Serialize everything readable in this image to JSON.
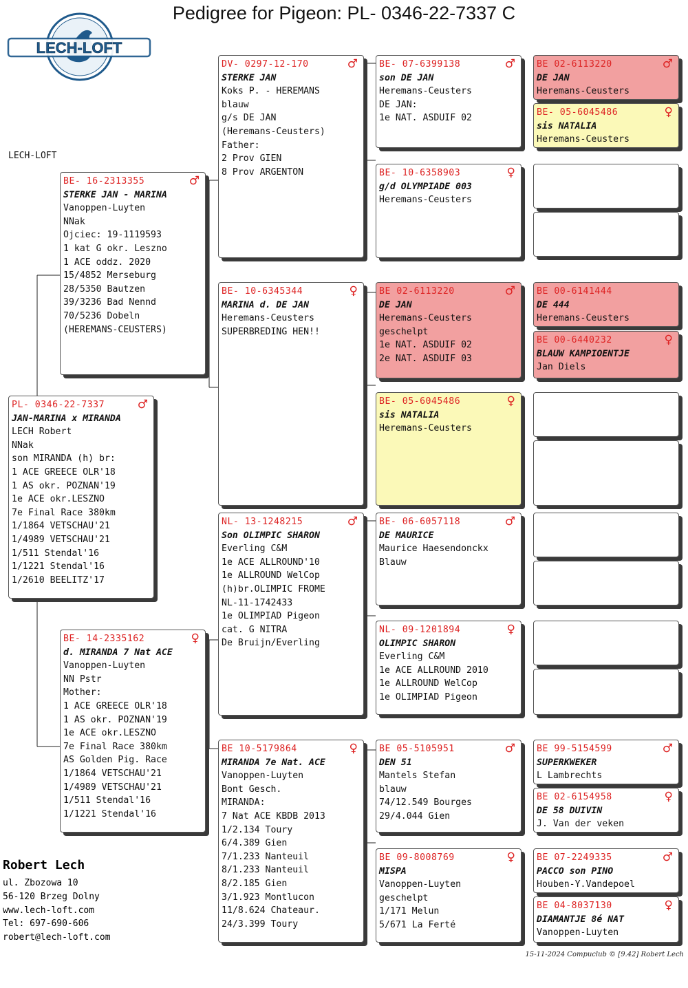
{
  "title": "Pedigree for Pigeon: PL- 0346-22-7337 C",
  "logo_text": "LECH-LOFT",
  "owner_tag": "LECH-LOFT",
  "colors": {
    "ring": "#dd2222",
    "red_card": "#f2a0a0",
    "yellow_card": "#fbf9b8"
  },
  "cards": [
    {
      "ring": "PL- 0346-22-7337",
      "sex": "♂",
      "name": "JAN-MARINA x MIRANDA",
      "lines": [
        "LECH Robert",
        "NNak",
        "son MIRANDA (h) br:",
        "1 ACE GREECE OLR'18",
        "1 AS okr. POZNAN'19",
        "1e ACE okr.LESZNO",
        "7e Final Race 380km",
        "1/1864 VETSCHAU'21",
        "1/4989 VETSCHAU'21",
        "1/511 Stendal'16",
        "1/1221 Stendal'16",
        "1/2610 BEELITZ'17"
      ]
    },
    {
      "ring": "BE- 16-2313355",
      "sex": "♂",
      "name": "STERKE JAN - MARINA",
      "lines": [
        "Vanoppen-Luyten",
        "NNak",
        "Ojciec: 19-1119593",
        "1 kat G okr. Leszno",
        "1 ACE oddz. 2020",
        "15/4852 Merseburg",
        "28/5350 Bautzen",
        "39/3236 Bad Nennd",
        "70/5236 Dobeln",
        "",
        "(HEREMANS-CEUSTERS)"
      ]
    },
    {
      "ring": "BE- 14-2335162",
      "sex": "♀",
      "name": "d. MIRANDA 7 Nat ACE",
      "lines": [
        "Vanoppen-Luyten",
        "NN Pstr",
        "Mother:",
        "1 ACE GREECE OLR'18",
        "1 AS okr. POZNAN'19",
        "1e ACE okr.LESZNO",
        "7e Final Race 380km",
        "AS Golden Pig. Race",
        "1/1864 VETSCHAU'21",
        "1/4989 VETSCHAU'21",
        "1/511 Stendal'16",
        "1/1221 Stendal'16"
      ]
    },
    {
      "ring": "DV- 0297-12-170",
      "sex": "♂",
      "name": "STERKE JAN",
      "lines": [
        "Koks P. - HEREMANS",
        "blauw",
        "g/s DE JAN",
        "(Heremans-Ceusters)",
        "Father:",
        "2 Prov GIEN",
        "8 Prov ARGENTON"
      ]
    },
    {
      "ring": "BE- 10-6345344",
      "sex": "♀",
      "name": "MARINA d. DE JAN",
      "lines": [
        "Heremans-Ceusters",
        "",
        "SUPERBREDING HEN!!"
      ]
    },
    {
      "ring": "NL- 13-1248215",
      "sex": "♂",
      "name": "Son OLIMPIC SHARON",
      "lines": [
        "Everling C&M",
        "1e ACE ALLROUND'10",
        "1e ALLROUND WelCop",
        "(h)br.OLIMPIC FROME",
        "NL-11-1742433",
        "1e OLIMPIAD Pigeon",
        "cat. G NITRA",
        "De Bruijn/Everling"
      ]
    },
    {
      "ring": "BE 10-5179864",
      "sex": "♀",
      "name": "MIRANDA 7e Nat. ACE",
      "lines": [
        "Vanoppen-Luyten",
        "Bont Gesch.",
        "MIRANDA:",
        "7 Nat ACE KBDB 2013",
        "1/2.134 Toury",
        "6/4.389 Gien",
        "7/1.233 Nanteuil",
        "8/1.233 Nanteuil",
        "8/2.185 Gien",
        "3/1.923 Montlucon",
        "11/8.624 Chateaur.",
        "24/3.399 Toury"
      ]
    },
    {
      "ring": "BE- 07-6399138",
      "sex": "♂",
      "name": "son DE JAN",
      "lines": [
        "Heremans-Ceusters",
        "",
        "DE JAN:",
        "1e NAT. ASDUIF 02"
      ]
    },
    {
      "ring": "BE- 10-6358903",
      "sex": "♀",
      "name": "g/d OLYMPIADE 003",
      "lines": [
        "Heremans-Ceusters"
      ]
    },
    {
      "ring": "BE 02-6113220",
      "sex": "♂",
      "name": "DE JAN",
      "lines": [
        "Heremans-Ceusters",
        "geschelpt",
        "1e NAT. ASDUIF 02",
        "2e NAT. ASDUIF 03"
      ]
    },
    {
      "ring": "BE- 05-6045486",
      "sex": "♀",
      "name": "sis NATALIA",
      "lines": [
        "Heremans-Ceusters"
      ]
    },
    {
      "ring": "BE- 06-6057118",
      "sex": "♂",
      "name": "DE MAURICE",
      "lines": [
        "Maurice Haesendonckx",
        "Blauw"
      ]
    },
    {
      "ring": "NL- 09-1201894",
      "sex": "♀",
      "name": "OLIMPIC SHARON",
      "lines": [
        "Everling C&M",
        "1e ACE ALLROUND 2010",
        "1e ALLROUND WelCop",
        "1e OLIMPIAD Pigeon"
      ]
    },
    {
      "ring": "BE 05-5105951",
      "sex": "♂",
      "name": "DEN 51",
      "lines": [
        "Mantels Stefan",
        "blauw",
        "74/12.549 Bourges",
        "29/4.044 Gien"
      ]
    },
    {
      "ring": "BE 09-8008769",
      "sex": "♀",
      "name": "MISPA",
      "lines": [
        "Vanoppen-Luyten",
        "geschelpt",
        "1/171 Melun",
        "5/671 La Ferté"
      ]
    },
    {
      "ring": "BE 02-6113220",
      "sex": "♂",
      "name": "DE JAN",
      "lines": [
        "Heremans-Ceusters"
      ]
    },
    {
      "ring": "BE- 05-6045486",
      "sex": "♀",
      "name": "sis NATALIA",
      "lines": [
        "Heremans-Ceusters"
      ]
    },
    {
      "ring": "",
      "sex": "",
      "name": "",
      "lines": []
    },
    {
      "ring": "",
      "sex": "",
      "name": "",
      "lines": []
    },
    {
      "ring": "BE 00-6141444",
      "sex": "",
      "name": "DE 444",
      "lines": [
        "Heremans-Ceusters"
      ]
    },
    {
      "ring": "BE 00-6440232",
      "sex": "♀",
      "name": "BLAUW KAMPIOENTJE",
      "lines": [
        "Jan Diels"
      ]
    },
    {
      "ring": "",
      "sex": "",
      "name": "",
      "lines": []
    },
    {
      "ring": "",
      "sex": "",
      "name": "",
      "lines": []
    },
    {
      "ring": "",
      "sex": "",
      "name": "",
      "lines": []
    },
    {
      "ring": "",
      "sex": "",
      "name": "",
      "lines": []
    },
    {
      "ring": "",
      "sex": "",
      "name": "",
      "lines": []
    },
    {
      "ring": "",
      "sex": "",
      "name": "",
      "lines": []
    },
    {
      "ring": "BE 99-5154599",
      "sex": "♂",
      "name": "SUPERKWEKER",
      "lines": [
        "L Lambrechts"
      ]
    },
    {
      "ring": "BE 02-6154958",
      "sex": "♀",
      "name": "DE 58 DUIVIN",
      "lines": [
        "J. Van der veken"
      ]
    },
    {
      "ring": "BE 07-2249335",
      "sex": "♂",
      "name": "PACCO son PINO",
      "lines": [
        "Houben-Y.Vandepoel"
      ]
    },
    {
      "ring": "BE 04-8037130",
      "sex": "♀",
      "name": "DIAMANTJE 8é NAT",
      "lines": [
        "Vanoppen-Luyten"
      ]
    }
  ],
  "contact": {
    "name": "Robert Lech",
    "lines": [
      "ul. Zbozowa 10",
      "56-120 Brzeg Dolny",
      "www.lech-loft.com",
      "Tel: 697-690-606",
      "robert@lech-loft.com"
    ]
  },
  "footer": "15-11-2024   Compuclub © [9.42]   Robert Lech"
}
